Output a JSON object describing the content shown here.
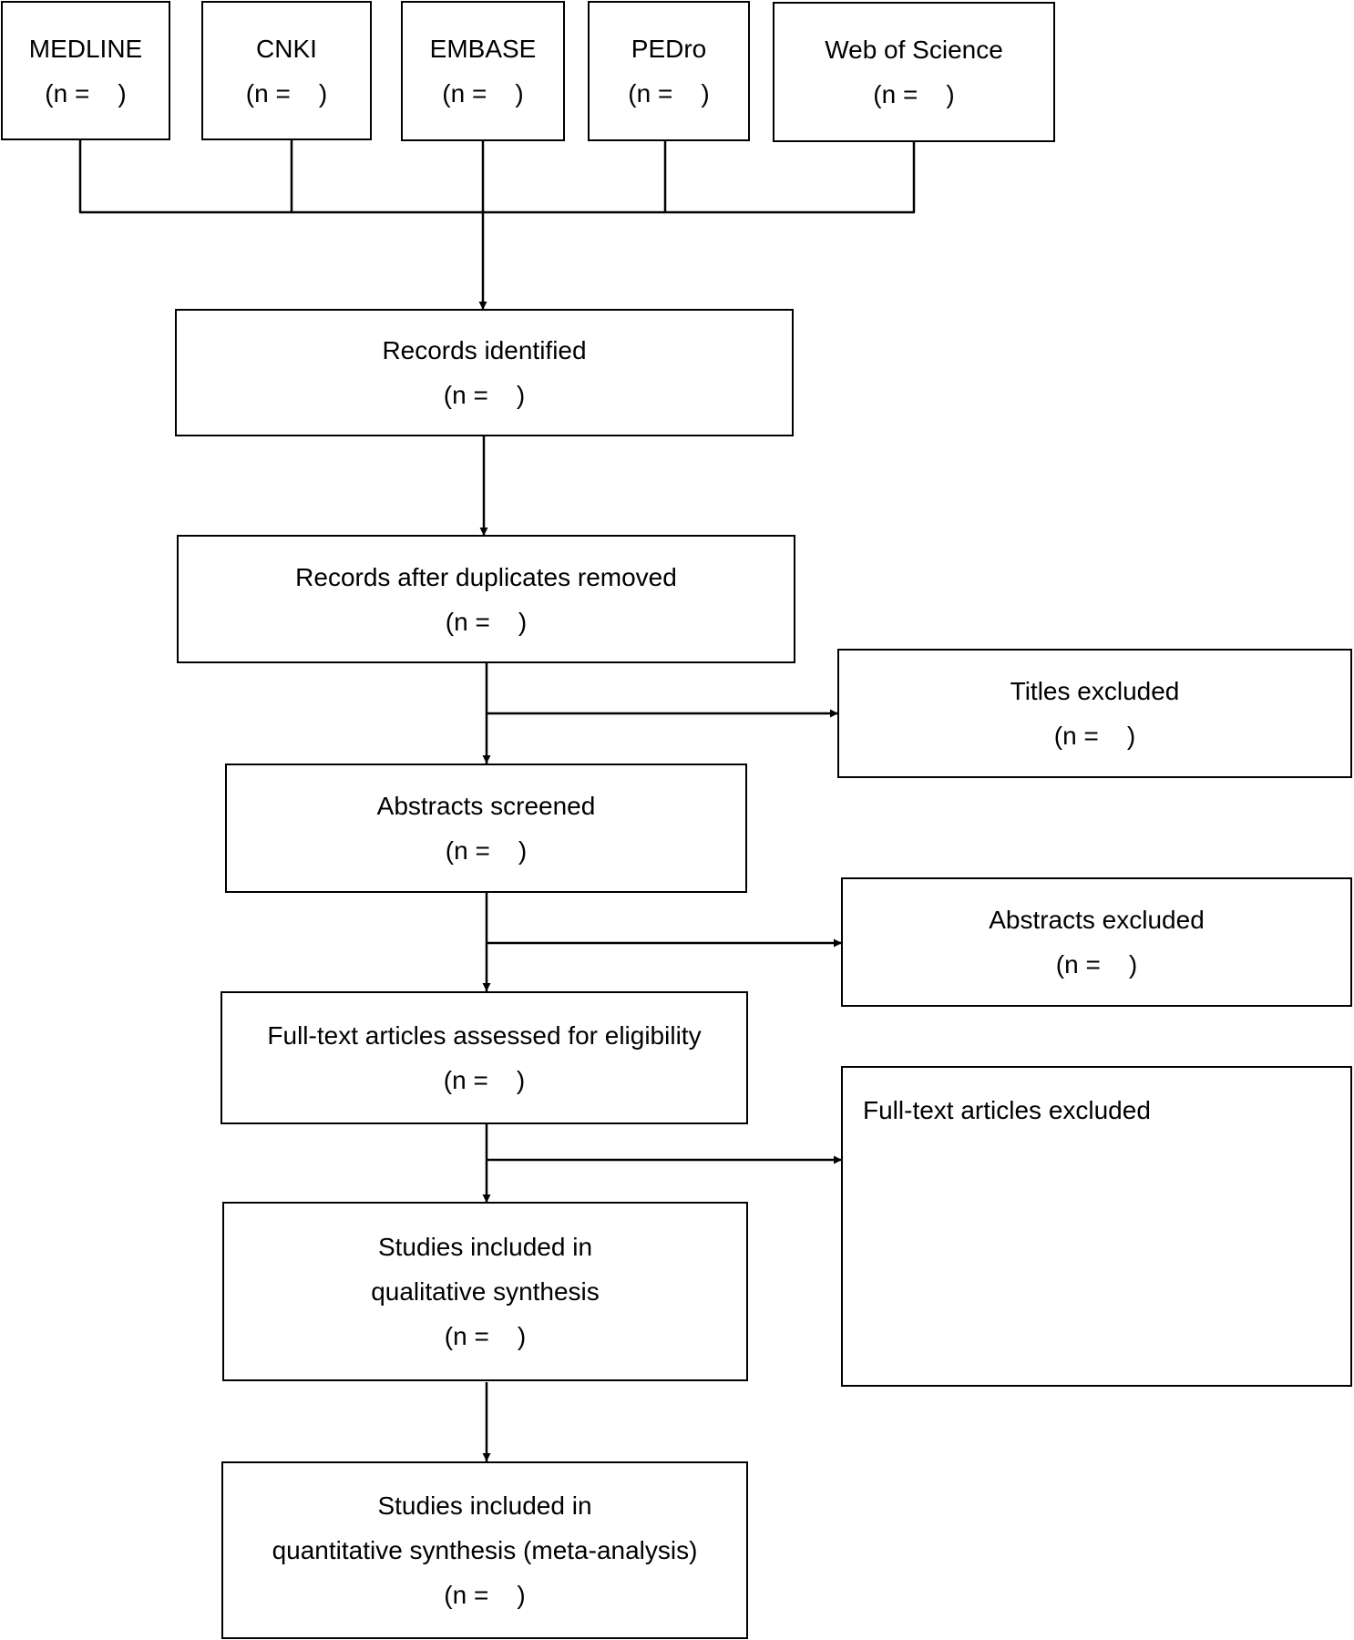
{
  "sources": [
    {
      "label": "MEDLINE",
      "count": "(n =    )"
    },
    {
      "label": "CNKI",
      "count": "(n =    )"
    },
    {
      "label": "EMBASE",
      "count": "(n =    )"
    },
    {
      "label": "PEDro",
      "count": "(n =    )"
    },
    {
      "label": "Web of Science",
      "count": "(n =    )"
    }
  ],
  "flow": {
    "records_identified": {
      "lines": [
        "Records identified"
      ],
      "count": "(n =    )"
    },
    "after_duplicates": {
      "lines": [
        "Records after duplicates removed"
      ],
      "count": "(n =    )"
    },
    "abstracts_screened": {
      "lines": [
        "Abstracts screened"
      ],
      "count": "(n =    )"
    },
    "fulltext_assessed": {
      "lines": [
        "Full-text articles assessed for eligibility"
      ],
      "count": "(n =    )"
    },
    "qualitative": {
      "lines": [
        "Studies included in",
        "qualitative synthesis"
      ],
      "count": "(n =    )"
    },
    "quantitative": {
      "lines": [
        "Studies included in",
        "quantitative synthesis (meta-analysis)"
      ],
      "count": "(n =    )"
    }
  },
  "exclusions": {
    "titles": {
      "lines": [
        "Titles excluded"
      ],
      "count": "(n =    )"
    },
    "abstracts": {
      "lines": [
        "Abstracts excluded"
      ],
      "count": "(n =    )"
    },
    "fulltext": {
      "lines": [
        "Full-text articles excluded"
      ]
    }
  }
}
